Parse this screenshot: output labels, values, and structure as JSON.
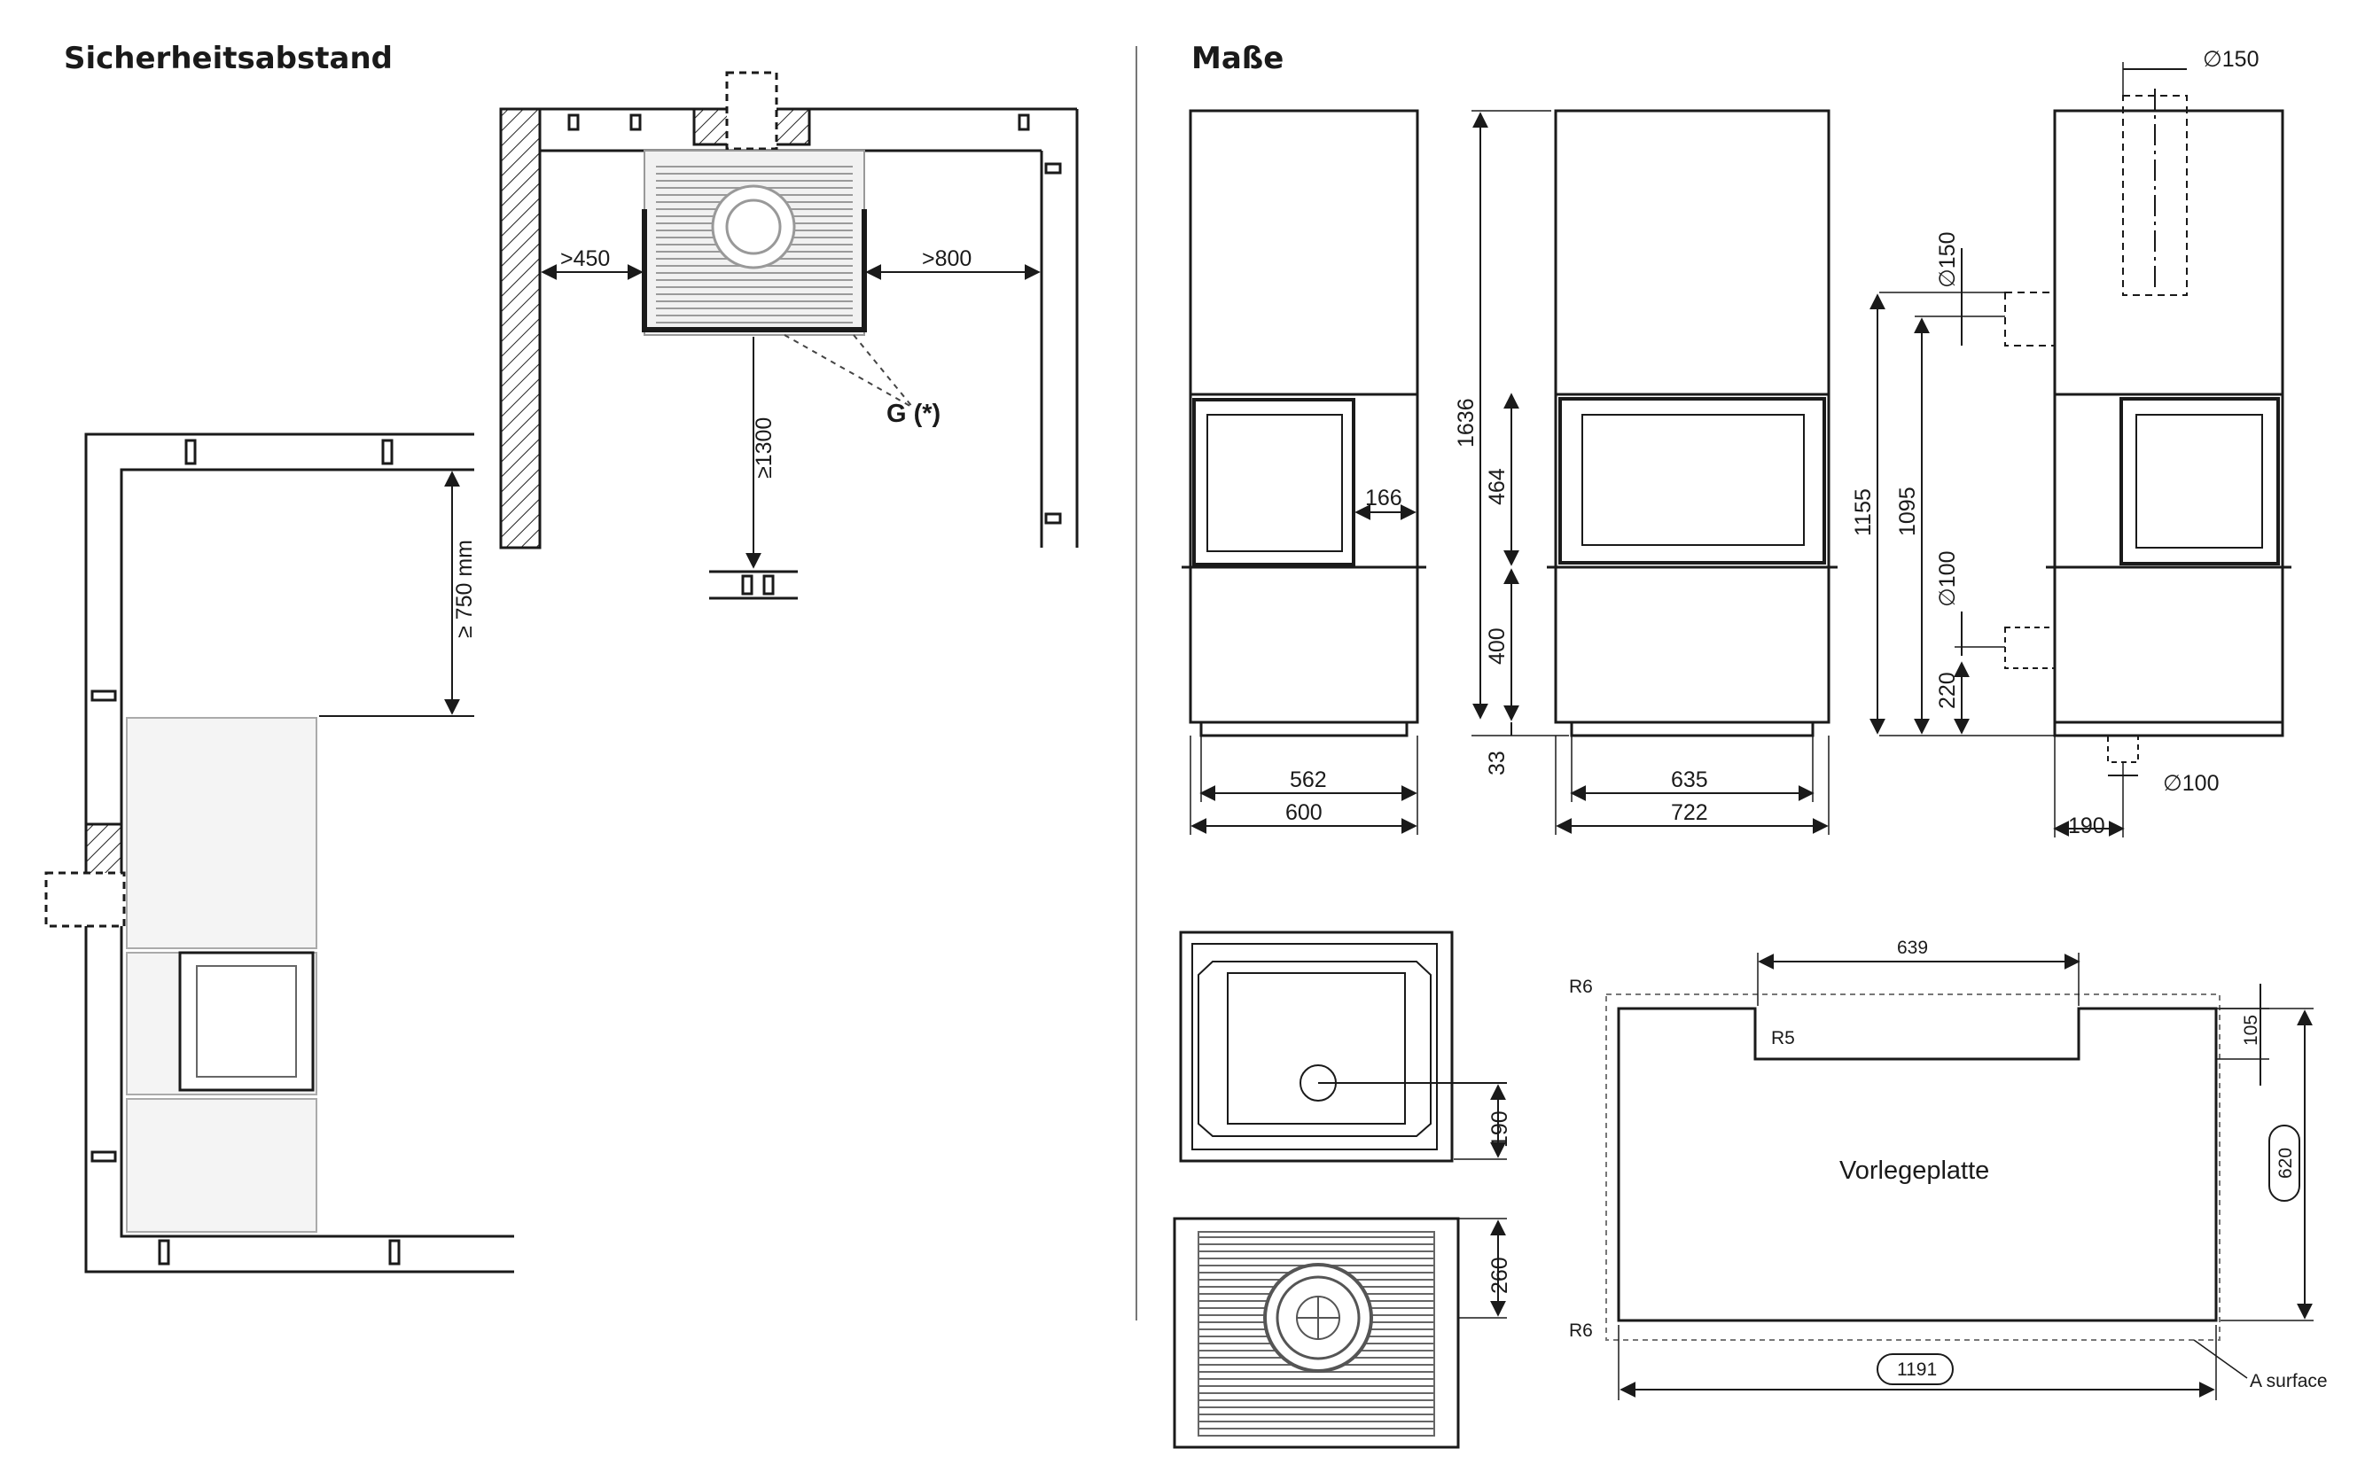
{
  "headings": {
    "safety_distance": "Sicherheitsabstand",
    "dimensions": "Maße"
  },
  "safety_plan": {
    "left_distance": ">450",
    "right_distance": ">800",
    "front_distance": "≥1300",
    "side_distance": "≥ 750 mm",
    "glass_label": "G (*)"
  },
  "front_view": {
    "side_window_width": "166",
    "inner_width": "562",
    "outer_width": "600"
  },
  "main_view": {
    "total_height": "1636",
    "door_height": "464",
    "base_height": "400",
    "foot_height": "33",
    "inner_width": "635",
    "outer_width": "722"
  },
  "side_view": {
    "top_flue_diameter": "∅150",
    "rear_flue_diameter": "∅150",
    "rear_flue_height": "1155",
    "air_inlet_height": "1095",
    "air_diameter_rear": "∅100",
    "air_rear_height": "220",
    "air_bottom_diameter": "∅100",
    "air_bottom_offset": "190"
  },
  "top_views": {
    "flue_offset": "190",
    "grate_offset": "260"
  },
  "floor_plate": {
    "label": "Vorlegeplatte",
    "radius_top": "R6",
    "radius_bottom": "R6",
    "notch_radius": "R5",
    "notch_width": "639",
    "notch_depth": "105",
    "depth": "620",
    "width": "1191",
    "surface_label": "A surface"
  }
}
